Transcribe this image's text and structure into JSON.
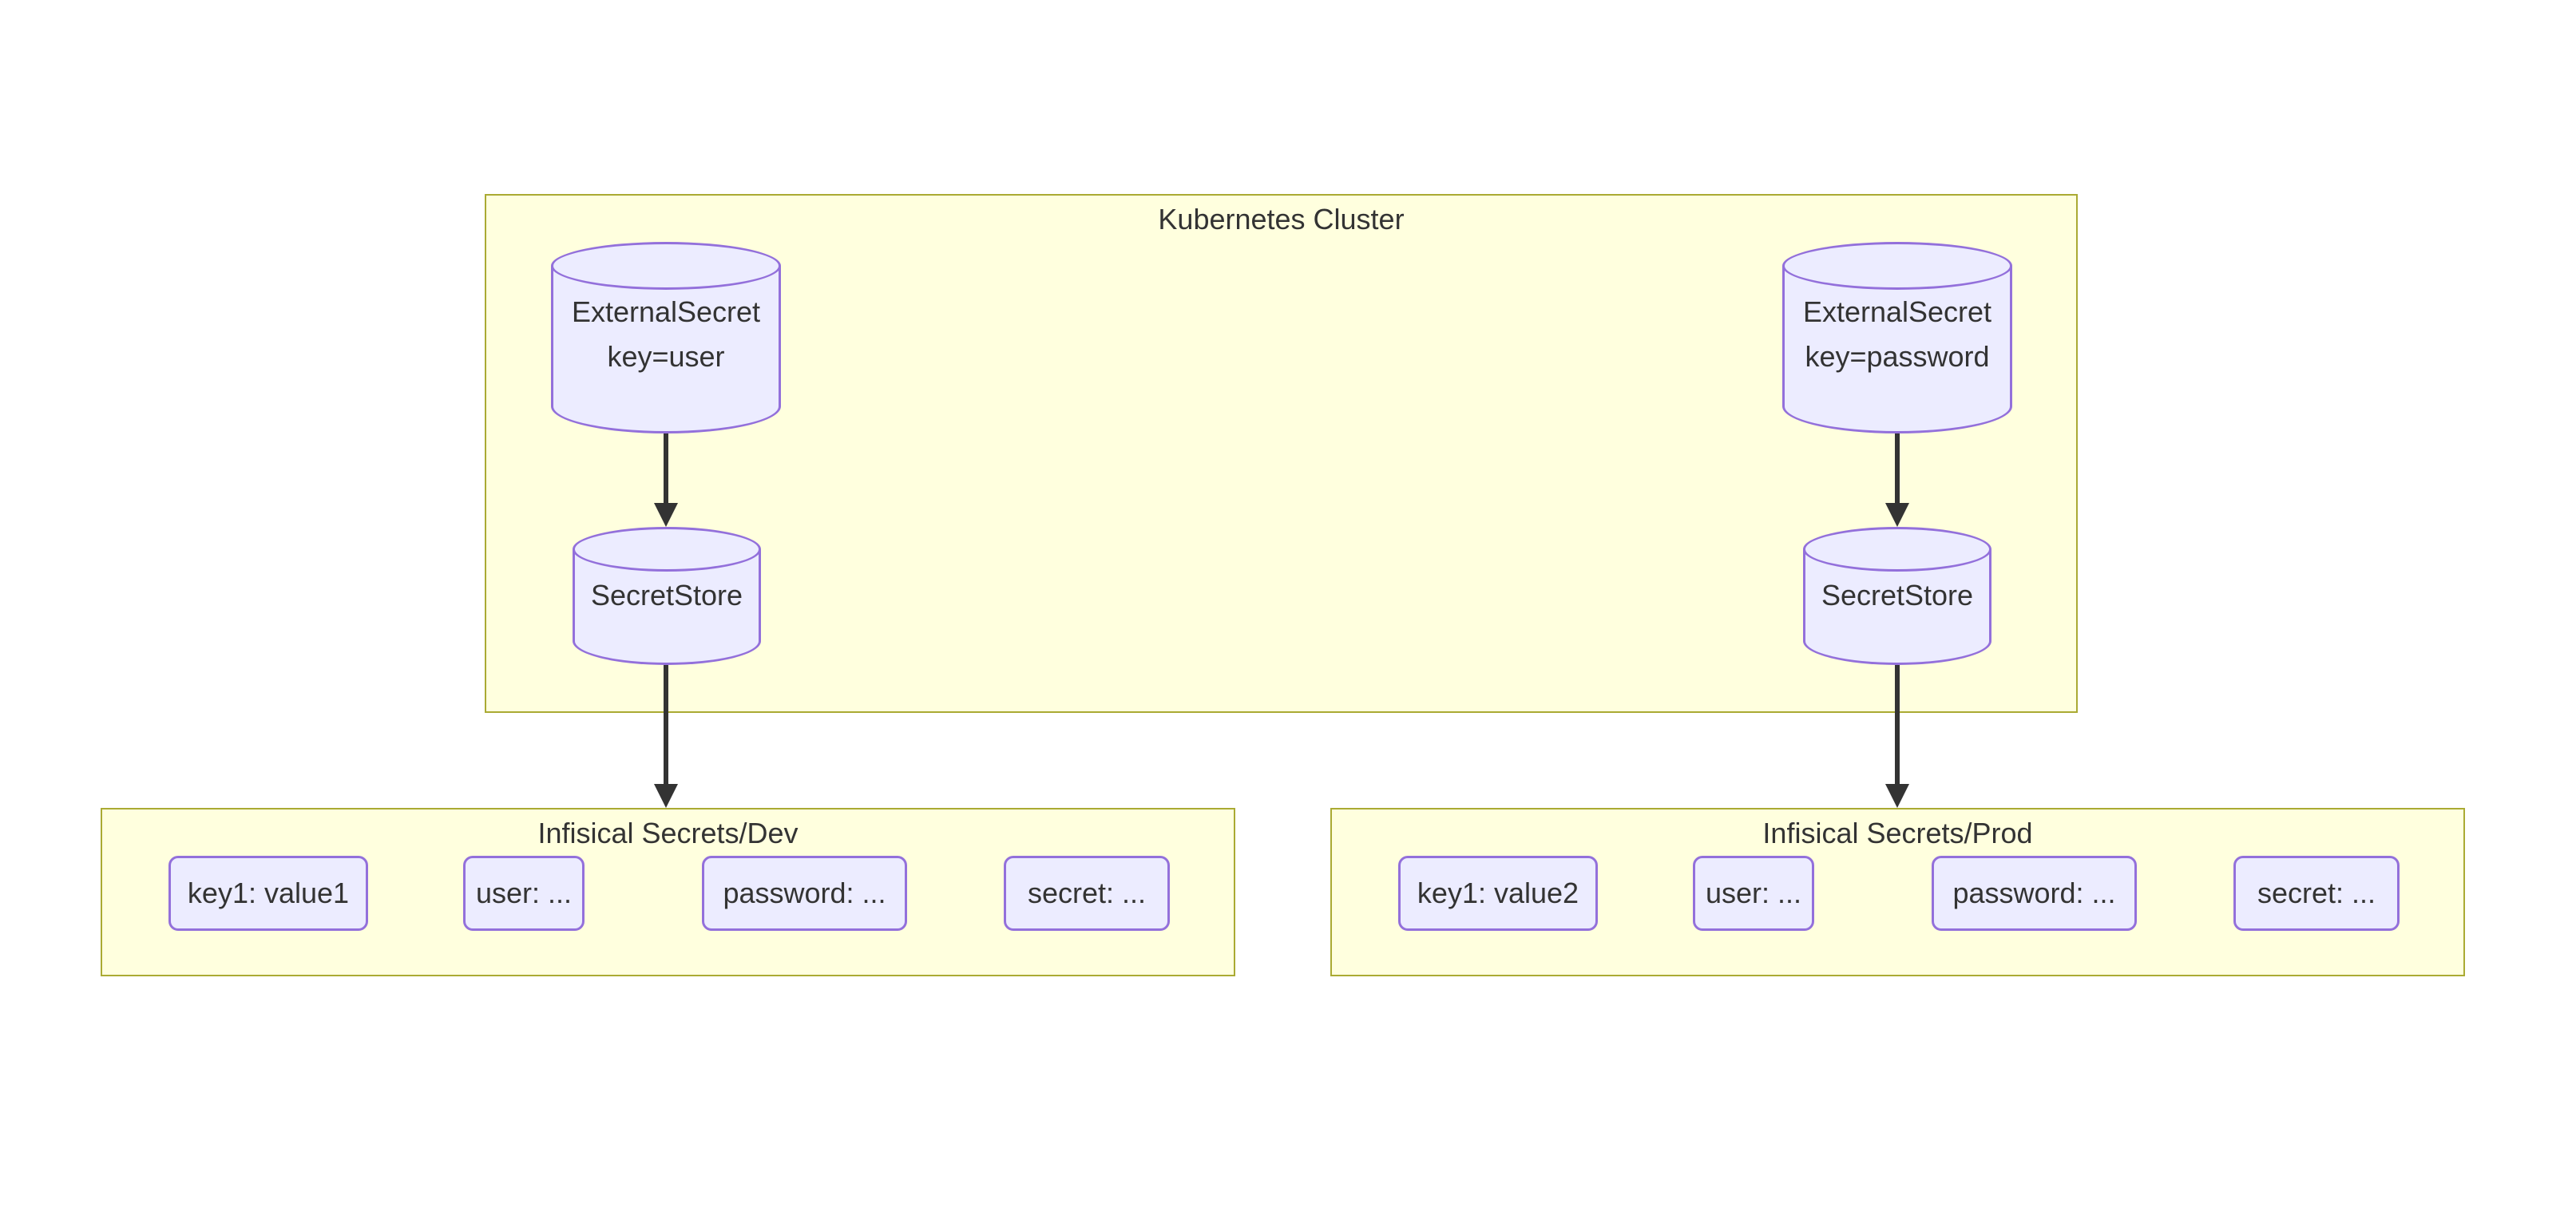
{
  "diagram_type": "flowchart",
  "k8s_cluster": {
    "title": "Kubernetes Cluster",
    "external_secret_user": {
      "name": "ExternalSecret",
      "detail": "key=user"
    },
    "secret_store_left": {
      "name": "SecretStore"
    },
    "external_secret_password": {
      "name": "ExternalSecret",
      "detail": "key=password"
    },
    "secret_store_right": {
      "name": "SecretStore"
    }
  },
  "dev_cluster": {
    "title": "Infisical Secrets/Dev",
    "secrets": [
      "key1: value1",
      "user: ...",
      "password: ...",
      "secret: ..."
    ]
  },
  "prod_cluster": {
    "title": "Infisical Secrets/Prod",
    "secrets": [
      "key1: value2",
      "user: ...",
      "password: ...",
      "secret: ..."
    ]
  },
  "colors": {
    "background": "#ffffff",
    "cluster_fill": "#ffffde",
    "cluster_border": "#aaaa33",
    "node_fill": "#ececff",
    "node_border": "#9370db",
    "text": "#333333",
    "edge": "#333333"
  }
}
